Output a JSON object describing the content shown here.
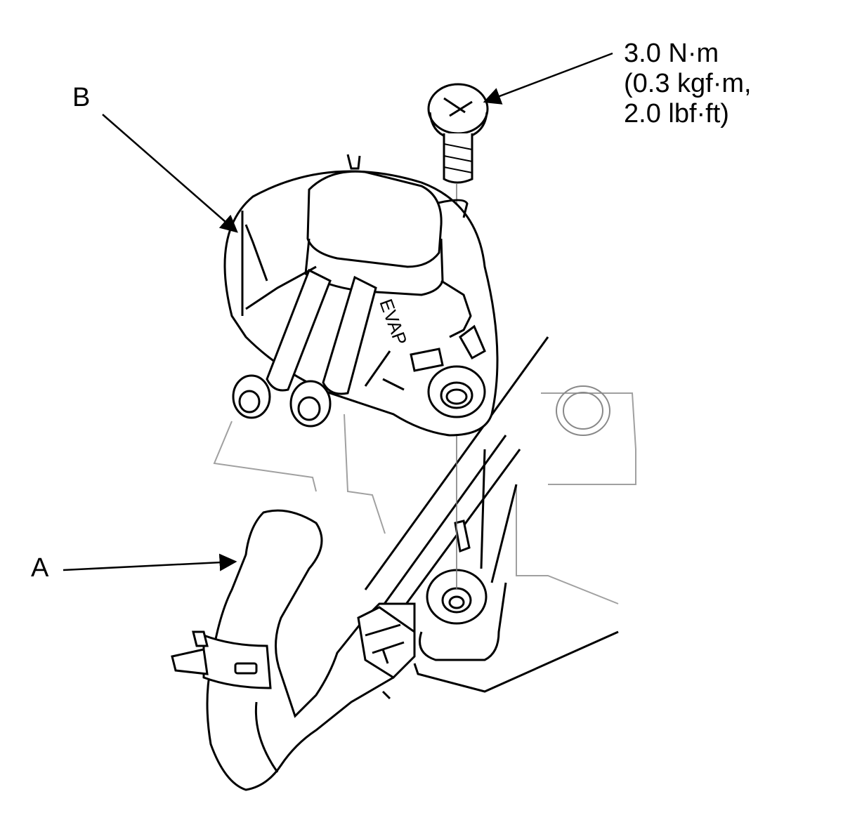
{
  "callouts": {
    "b": "B",
    "a": "A"
  },
  "torque": {
    "line1": "3.0 N·m",
    "line2": "(0.3 kgf·m,",
    "line3": "2.0 lbf·ft)"
  },
  "part_marking": "EVAP",
  "colors": {
    "line": "#000000",
    "faint": "#9a9a9a",
    "background": "#ffffff"
  }
}
